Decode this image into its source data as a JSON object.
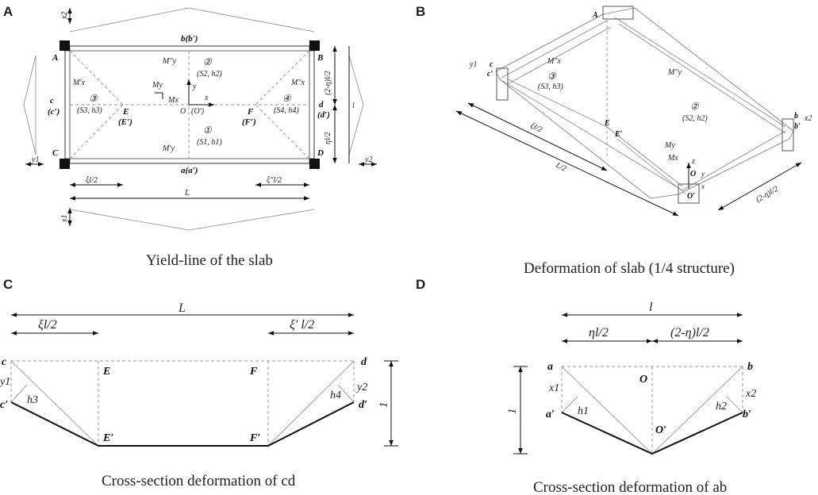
{
  "panels": [
    {
      "letter": "A",
      "caption": "Yield-line of the slab"
    },
    {
      "letter": "B",
      "caption": "Deformation of slab (1/4 structure)"
    },
    {
      "letter": "C",
      "caption": "Cross-section deformation of cd"
    },
    {
      "letter": "D",
      "caption": "Cross-section deformation of ab"
    }
  ],
  "panelA": {
    "corners": [
      "A",
      "B",
      "C",
      "D"
    ],
    "top_mid": "b(b′)",
    "bottom_mid": "a(a′)",
    "left_mid": "c",
    "left_mid2": "(c′)",
    "right_mid": "d",
    "right_mid2": "(d′)",
    "E": "E",
    "E2": "(E′)",
    "F": "F",
    "F2": "(F′)",
    "O": "O",
    "O2": "(O′)",
    "x": "x",
    "y": "y",
    "Mx": "Mx",
    "My": "My",
    "Myy_top": "M″y",
    "Myy_bot": "M′y",
    "Mxl": "M′x",
    "Mxr": "M″x",
    "region1": "①",
    "region1_sub": "(S1, h1)",
    "region2": "②",
    "region2_sub": "(S2, h2)",
    "region3": "③",
    "region3_sub": "(S3, h3)",
    "region4": "④",
    "region4_sub": "(S4, h4)",
    "dim_xil": "ξl/2",
    "dim_xipl": "ξ″l/2",
    "dim_L": "L",
    "dim_l": "l",
    "dim_top": "(2-η)l/2",
    "dim_bot": "ηl/2",
    "x1": "x1",
    "x2": "x2",
    "y1": "y1",
    "y2": "y2"
  },
  "panelB": {
    "A": "A",
    "c": "c",
    "c2": "c′",
    "y1": "y1",
    "Mx": "M″x",
    "My": "M″y",
    "r3": "③",
    "r3_sub": "(S3, h3)",
    "r2": "②",
    "r2_sub": "(S2, h2)",
    "E": "E",
    "E2": "E′",
    "xil": "ξl/2",
    "L2": "L/2",
    "My2": "My",
    "Mx2": "Mx",
    "z": "z",
    "O": "O",
    "O2": "O′",
    "y": "y",
    "x": "x",
    "b": "b",
    "b2": "b′",
    "x2": "x2",
    "dim": "(2-η)l/2"
  },
  "panelC": {
    "L": "L",
    "xil": "ξl/2",
    "xipl": "ξ′ l/2",
    "c": "c",
    "c2": "c′",
    "E": "E",
    "E2": "E′",
    "F": "F",
    "F2": "F′",
    "d": "d",
    "d2": "d′",
    "y1": "y1",
    "y2": "y2",
    "h3": "h3",
    "h4": "h4",
    "one": "1"
  },
  "panelD": {
    "l": "l",
    "etal": "ηl/2",
    "etal2": "(2-η)l/2",
    "a": "a",
    "a2": "a′",
    "O": "O",
    "O2": "O′",
    "b": "b",
    "b2": "b′",
    "x1": "x1",
    "x2": "x2",
    "h1": "h1",
    "h2": "h2",
    "one": "1"
  }
}
